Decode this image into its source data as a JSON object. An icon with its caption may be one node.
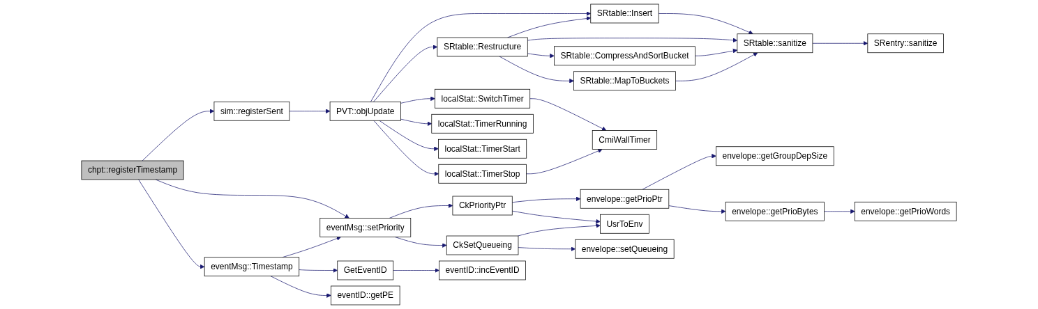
{
  "diagram": {
    "nodes": [
      {
        "text": [
          "chpt::registerTimestamp"
        ]
      },
      {
        "text": [
          "sim::registerSent"
        ]
      },
      {
        "text": [
          "eventMsg::Timestamp"
        ]
      },
      {
        "text": [
          "PVT::objUpdate"
        ]
      },
      {
        "text": [
          "eventMsg::setPriority"
        ]
      },
      {
        "text": [
          "GetEventID"
        ]
      },
      {
        "text": [
          "eventID::getPE"
        ]
      },
      {
        "text": [
          "SRtable::Restructure"
        ]
      },
      {
        "text": [
          "localStat::SwitchTimer"
        ]
      },
      {
        "text": [
          "localStat::TimerRunning"
        ]
      },
      {
        "text": [
          "localStat::TimerStart"
        ]
      },
      {
        "text": [
          "localStat::TimerStop"
        ]
      },
      {
        "text": [
          "CkPriorityPtr"
        ]
      },
      {
        "text": [
          "CkSetQueueing"
        ]
      },
      {
        "text": [
          "eventID::incEventID"
        ]
      },
      {
        "text": [
          "SRtable::Insert"
        ]
      },
      {
        "text": [
          "SRtable::CompressAndSortBucket"
        ]
      },
      {
        "text": [
          "SRtable::MapToBuckets"
        ]
      },
      {
        "text": [
          "CmiWallTimer"
        ]
      },
      {
        "text": [
          "envelope::getPrioPtr"
        ]
      },
      {
        "text": [
          "UsrToEnv"
        ]
      },
      {
        "text": [
          "envelope::setQueueing"
        ]
      },
      {
        "text": [
          "SRtable::sanitize"
        ]
      },
      {
        "text": [
          "envelope::getGroupDepSize"
        ]
      },
      {
        "text": [
          "envelope::getPrioBytes"
        ]
      },
      {
        "text": [
          "SRentry::sanitize"
        ]
      },
      {
        "text": [
          "envelope::getPrioWords"
        ]
      }
    ],
    "edges": [
      {
        "from": 0,
        "to": 1,
        "arrow": "to"
      },
      {
        "from": 0,
        "to": 4,
        "arrow": "to"
      },
      {
        "from": 0,
        "to": 2,
        "arrow": "to"
      },
      {
        "from": 1,
        "to": 3,
        "arrow": "to"
      },
      {
        "from": 2,
        "to": 4,
        "arrow": "to"
      },
      {
        "from": 2,
        "to": 5,
        "arrow": "to"
      },
      {
        "from": 2,
        "to": 6,
        "arrow": "to"
      },
      {
        "from": 3,
        "to": 15,
        "arrow": "to"
      },
      {
        "from": 3,
        "to": 7,
        "arrow": "to"
      },
      {
        "from": 3,
        "to": 8,
        "arrow": "to"
      },
      {
        "from": 3,
        "to": 9,
        "arrow": "to"
      },
      {
        "from": 3,
        "to": 10,
        "arrow": "to"
      },
      {
        "from": 3,
        "to": 11,
        "arrow": "to"
      },
      {
        "from": 7,
        "to": 15,
        "arrow": "to"
      },
      {
        "from": 7,
        "to": 22,
        "arrow": "to"
      },
      {
        "from": 7,
        "to": 16,
        "arrow": "to"
      },
      {
        "from": 7,
        "to": 17,
        "arrow": "to"
      },
      {
        "from": 15,
        "to": 22,
        "arrow": "to"
      },
      {
        "from": 16,
        "to": 22,
        "arrow": "to"
      },
      {
        "from": 17,
        "to": 22,
        "arrow": "to"
      },
      {
        "from": 22,
        "to": 25,
        "arrow": "to"
      },
      {
        "from": 8,
        "to": 18,
        "arrow": "to"
      },
      {
        "from": 11,
        "to": 18,
        "arrow": "to"
      },
      {
        "from": 4,
        "to": 12,
        "arrow": "to"
      },
      {
        "from": 4,
        "to": 13,
        "arrow": "to"
      },
      {
        "from": 12,
        "to": 19,
        "arrow": "to"
      },
      {
        "from": 12,
        "to": 20,
        "arrow": "to"
      },
      {
        "from": 13,
        "to": 20,
        "arrow": "to"
      },
      {
        "from": 13,
        "to": 21,
        "arrow": "to"
      },
      {
        "from": 5,
        "to": 14,
        "arrow": "to"
      },
      {
        "from": 19,
        "to": 23,
        "arrow": "to"
      },
      {
        "from": 19,
        "to": 24,
        "arrow": "to"
      },
      {
        "from": 24,
        "to": 26,
        "arrow": "to"
      }
    ]
  }
}
